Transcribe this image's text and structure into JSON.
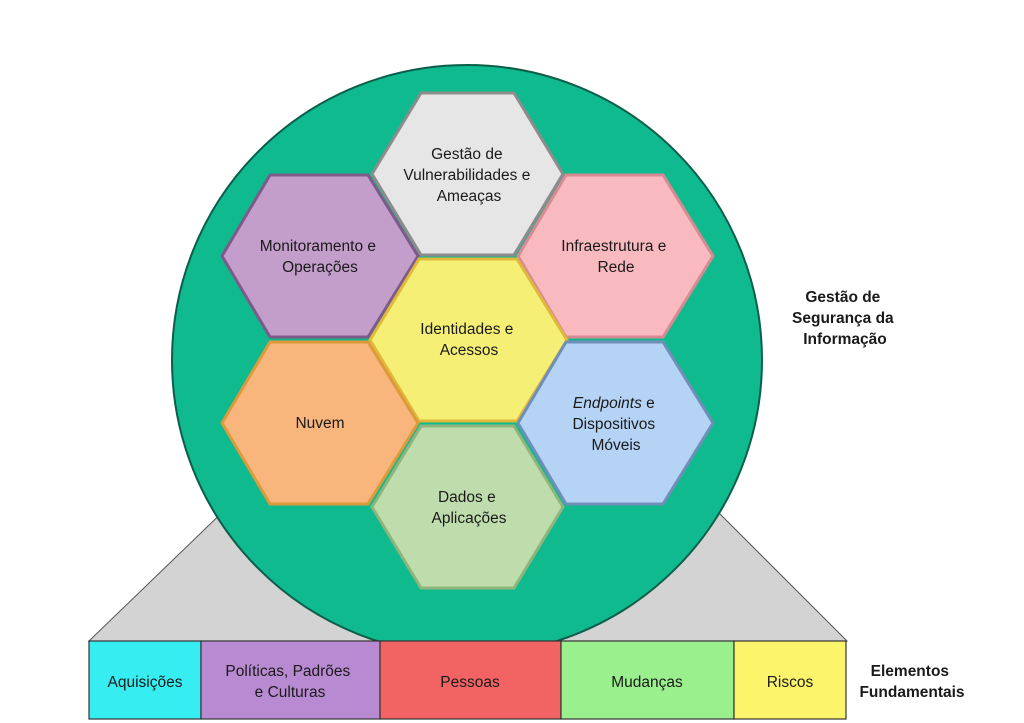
{
  "diagram": {
    "hexagons": {
      "vulnerabilidades": {
        "lines": [
          "Gestão de",
          "Vulnerabilidades e",
          "Ameaças"
        ],
        "fill": "#e6e6e6",
        "stroke": "#8c8c8c"
      },
      "monitoramento": {
        "lines": [
          "Monitoramento e",
          "Operações"
        ],
        "fill": "#c39ecb",
        "stroke": "#7d5a8a"
      },
      "infraestrutura": {
        "lines": [
          "Infraestrutura e",
          "Rede"
        ],
        "fill": "#f8b9bf",
        "stroke": "#d88a92"
      },
      "identidades": {
        "lines": [
          "Identidades e",
          "Acessos"
        ],
        "fill": "#f6ef76",
        "stroke": "#e0b83a"
      },
      "nuvem": {
        "lines": [
          "Nuvem"
        ],
        "fill": "#f8b57c",
        "stroke": "#dd9a3a"
      },
      "endpoints": {
        "line1_em": "Endpoints",
        "line1_rest": " e",
        "lines_rest": [
          "Dispositivos",
          "Móveis"
        ],
        "fill": "#b5d3f4",
        "stroke": "#6f8fb8"
      },
      "dados": {
        "lines": [
          "Dados e",
          "Aplicações"
        ],
        "fill": "#bfdcad",
        "stroke": "#8fb57d"
      }
    },
    "circle_fill": "#0fba8e",
    "circle_stroke": "#0c5e4a",
    "trapezoid_fill": "#d3d3d3",
    "side_label": [
      "Gestão de",
      "Segurança da",
      "Informação"
    ]
  },
  "base": {
    "items": [
      {
        "label": [
          "Aquisições"
        ],
        "fill": "#36eef2"
      },
      {
        "label": [
          "Políticas, Padrões",
          "e Culturas"
        ],
        "fill": "#b88ad2"
      },
      {
        "label": [
          "Pessoas"
        ],
        "fill": "#f26363"
      },
      {
        "label": [
          "Mudanças"
        ],
        "fill": "#9bf08e"
      },
      {
        "label": [
          "Riscos"
        ],
        "fill": "#fcf56c"
      }
    ],
    "side_label": [
      "Elementos",
      "Fundamentais"
    ]
  }
}
